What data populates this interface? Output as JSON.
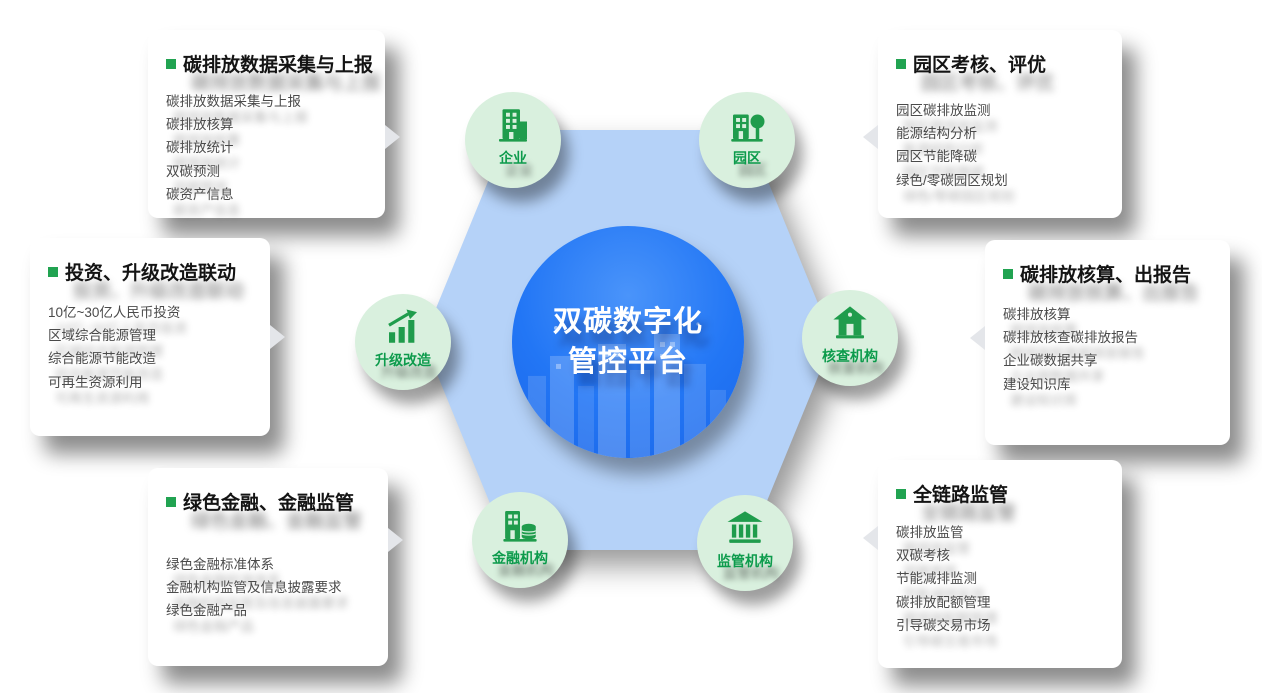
{
  "center": {
    "title_line1": "双碳数字化",
    "title_line2": "管控平台"
  },
  "nodes": [
    {
      "id": "enterprise",
      "label": "企业",
      "icon": "office-building-icon"
    },
    {
      "id": "park",
      "label": "园区",
      "icon": "park-tree-icon"
    },
    {
      "id": "upgrade",
      "label": "升级改造",
      "icon": "growth-arrow-icon"
    },
    {
      "id": "verification",
      "label": "核查机构",
      "icon": "verification-building-icon"
    },
    {
      "id": "finance",
      "label": "金融机构",
      "icon": "finance-coins-icon"
    },
    {
      "id": "regulator",
      "label": "监管机构",
      "icon": "bank-columns-icon"
    }
  ],
  "cards": [
    {
      "id": "data-collection",
      "title": "碳排放数据采集与上报",
      "items": [
        "碳排放数据采集与上报",
        "碳排放核算",
        "碳排放统计",
        "双碳预测",
        "碳资产信息"
      ]
    },
    {
      "id": "investment-upgrade",
      "title": "投资、升级改造联动",
      "items": [
        "10亿~30亿人民币投资",
        "区域综合能源管理",
        "综合能源节能改造",
        "可再生资源利用"
      ]
    },
    {
      "id": "green-finance",
      "title": "绿色金融、金融监管",
      "items": [
        "绿色金融标准体系",
        "金融机构监管及信息披露要求",
        "绿色金融产品"
      ]
    },
    {
      "id": "park-assessment",
      "title": "园区考核、评优",
      "items": [
        "园区碳排放监测",
        "能源结构分析",
        "园区节能降碳",
        "绿色/零碳园区规划"
      ]
    },
    {
      "id": "carbon-accounting",
      "title": "碳排放核算、出报告",
      "items": [
        "碳排放核算",
        "碳排放核查碳排放报告",
        "企业碳数据共享",
        "建设知识库"
      ]
    },
    {
      "id": "full-chain-supervision",
      "title": "全链路监管",
      "items": [
        "碳排放监管",
        "双碳考核",
        "节能减排监测",
        "碳排放配额管理",
        "引导碳交易市场"
      ]
    }
  ],
  "colors": {
    "accent_green": "#21a351",
    "node_label_green": "#0d9b4c",
    "node_circle_green": "#d9f0de",
    "hexagon_blue": "#b5d2f8",
    "center_blue": "#2276f5",
    "card_text_gray": "#4a4a4a"
  }
}
